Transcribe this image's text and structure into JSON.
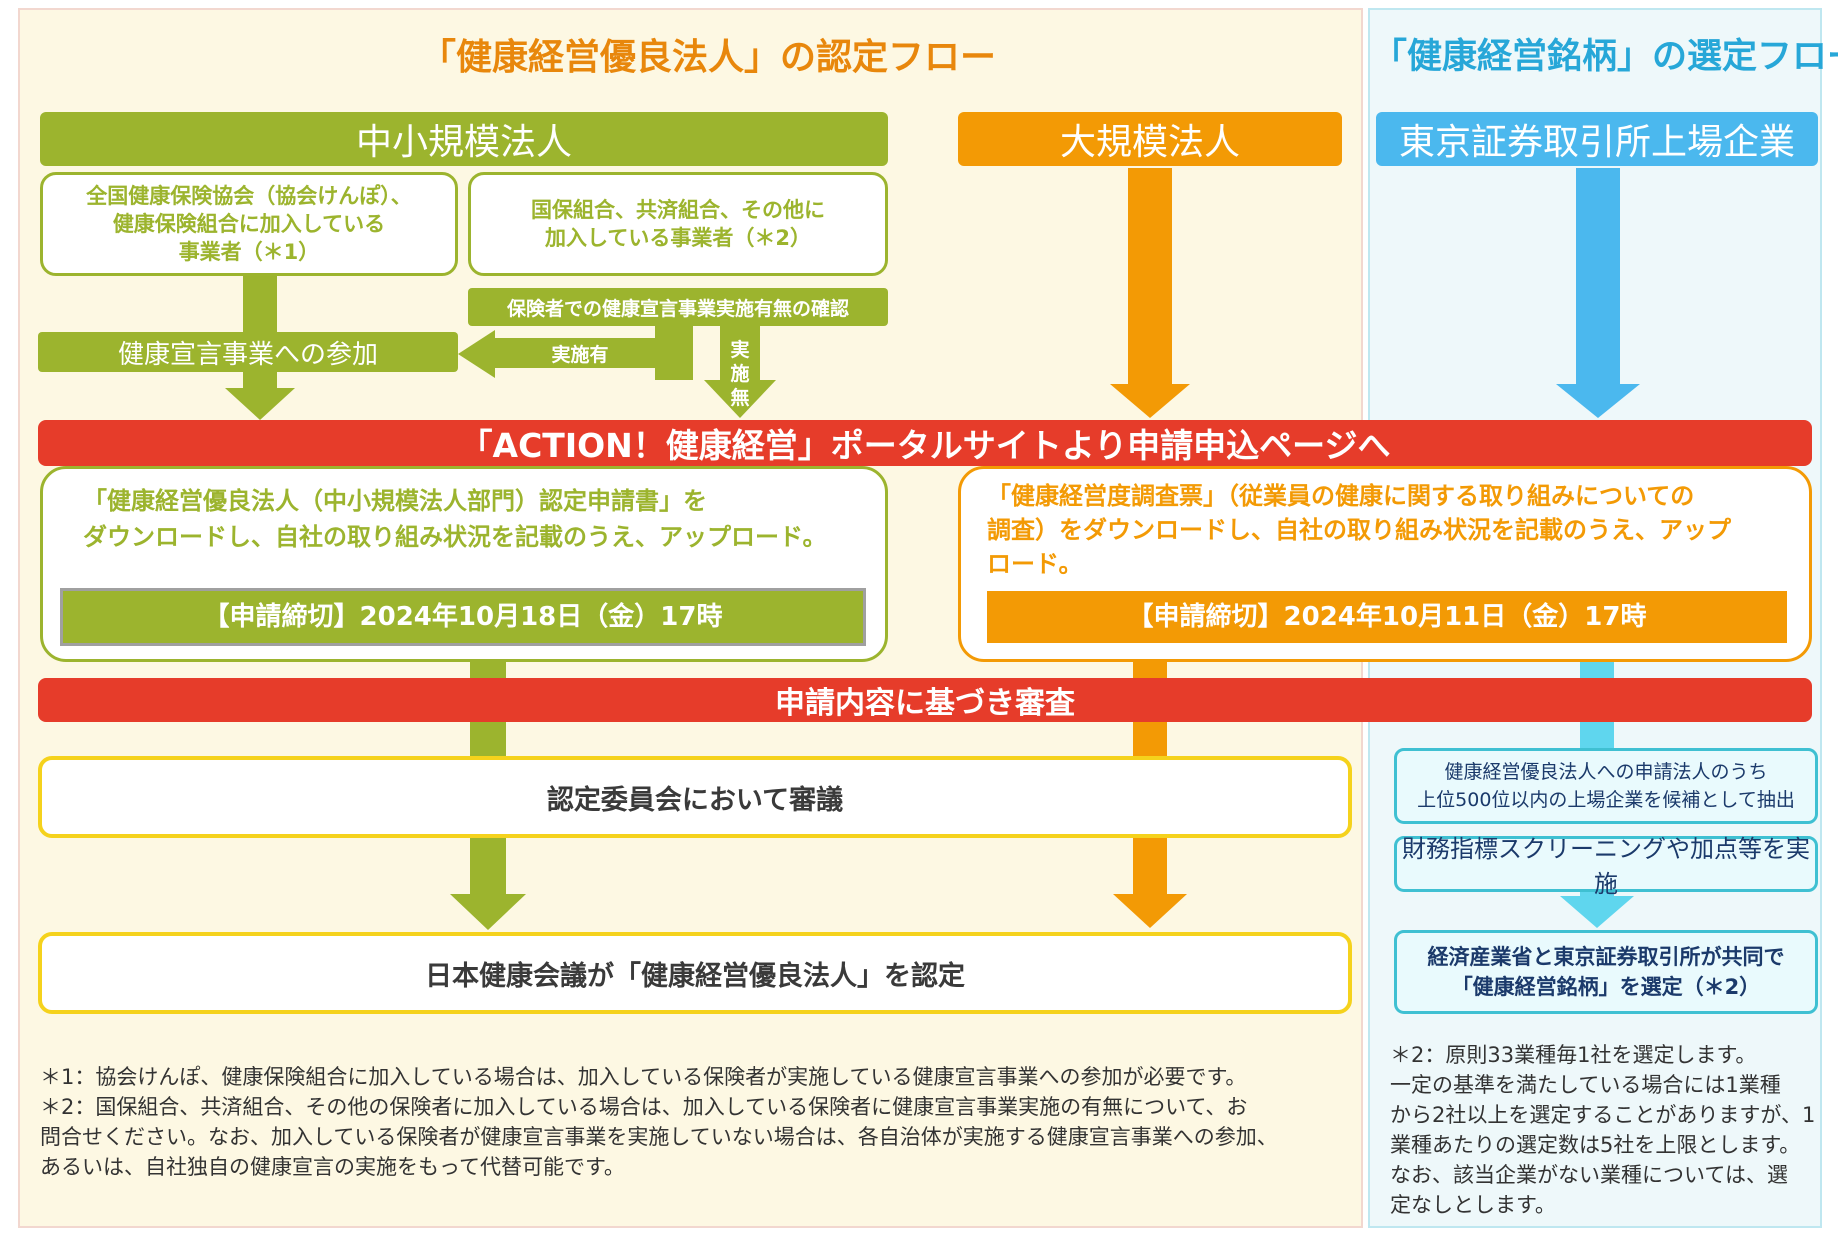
{
  "titles": {
    "left": "「健康経営優良法人」の認定フロー",
    "right": "「健康経営銘柄」の選定フロー"
  },
  "headers": {
    "sme": "中小規模法人",
    "large": "大規模法人",
    "listed": "東京証券取引所上場企業"
  },
  "sme_boxes": {
    "kyokai": [
      "全国健康保険協会（協会けんぽ）、",
      "健康保険組合に加入している",
      "事業者（＊1）"
    ],
    "kokuho": [
      "国保組合、共済組合、その他に",
      "加入している事業者（＊2）"
    ],
    "confirm": "保険者での健康宣言事業実施有無の確認",
    "participate": "健康宣言事業への参加",
    "implemented": "実施有",
    "not_implemented": [
      "実",
      "施",
      "無"
    ]
  },
  "portal_bar": "「ACTION！健康経営」ポータルサイトより申請申込ページへ",
  "sme_apply": {
    "text": [
      "「健康経営優良法人（中小規模法人部門）認定申請書」を",
      "ダウンロードし、自社の取り組み状況を記載のうえ、アップロード。"
    ],
    "deadline": "【申請締切】2024年10月18日（金）17時"
  },
  "large_apply": {
    "text": [
      "「健康経営度調査票」（従業員の健康に関する取り組みについての",
      "調査）をダウンロードし、自社の取り組み状況を記載のうえ、アップ",
      "ロード。"
    ],
    "deadline": "【申請締切】2024年10月11日（金）17時"
  },
  "review_bar": "申請内容に基づき審査",
  "committee": "認定委員会において審議",
  "certify": "日本健康会議が「健康経営優良法人」を認定",
  "brand_flow": {
    "extract": [
      "健康経営優良法人への申請法人のうち",
      "上位500位以内の上場企業を候補として抽出"
    ],
    "screening": "財務指標スクリーニングや加点等を実施",
    "select": [
      "経済産業省と東京証券取引所が共同で",
      "「健康経営銘柄」を選定（＊2）"
    ]
  },
  "notes_left": [
    "＊1：協会けんぽ、健康保険組合に加入している場合は、加入している保険者が実施している健康宣言事業への参加が必要です。",
    "＊2：国保組合、共済組合、その他の保険者に加入している場合は、加入している保険者に健康宣言事業実施の有無について、お",
    "問合せください。なお、加入している保険者が健康宣言事業を実施していない場合は、各自治体が実施する健康宣言事業への参加、",
    "あるいは、自社独自の健康宣言の実施をもって代替可能です。"
  ],
  "notes_right": [
    "＊2：原則33業種毎1社を選定します。",
    "一定の基準を満たしている場合には1業種",
    "から2社以上を選定することがありますが、1",
    "業種あたりの選定数は5社を上限とします。",
    "なお、該当企業がない業種については、選",
    "定なしとします。"
  ],
  "colors": {
    "green": "#9cb42e",
    "orange": "#f39a05",
    "blue": "#4bb8ee",
    "red": "#e63c2a",
    "yellow": "#f5d21c",
    "cyan": "#3fc0d2",
    "title_orange": "#e8870c",
    "title_blue": "#27a7d8"
  }
}
